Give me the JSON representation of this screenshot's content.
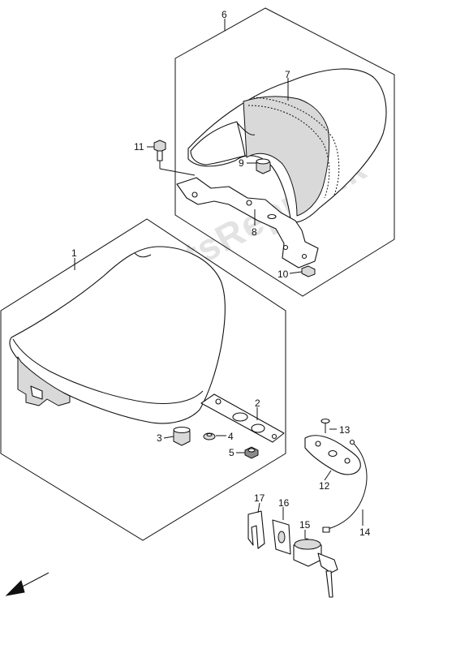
{
  "watermark": "PartsRepublik",
  "callouts": [
    {
      "id": "1",
      "label": "1"
    },
    {
      "id": "2",
      "label": "2"
    },
    {
      "id": "3",
      "label": "3"
    },
    {
      "id": "4",
      "label": "4"
    },
    {
      "id": "5",
      "label": "5"
    },
    {
      "id": "6",
      "label": "6"
    },
    {
      "id": "7",
      "label": "7"
    },
    {
      "id": "8",
      "label": "8"
    },
    {
      "id": "9",
      "label": "9"
    },
    {
      "id": "10",
      "label": "10"
    },
    {
      "id": "11",
      "label": "11"
    },
    {
      "id": "12",
      "label": "12"
    },
    {
      "id": "13",
      "label": "13"
    },
    {
      "id": "14",
      "label": "14"
    },
    {
      "id": "15",
      "label": "15"
    },
    {
      "id": "16",
      "label": "16"
    },
    {
      "id": "17",
      "label": "17"
    }
  ],
  "icons": {
    "front_direction": "arrow-down-left-icon"
  }
}
